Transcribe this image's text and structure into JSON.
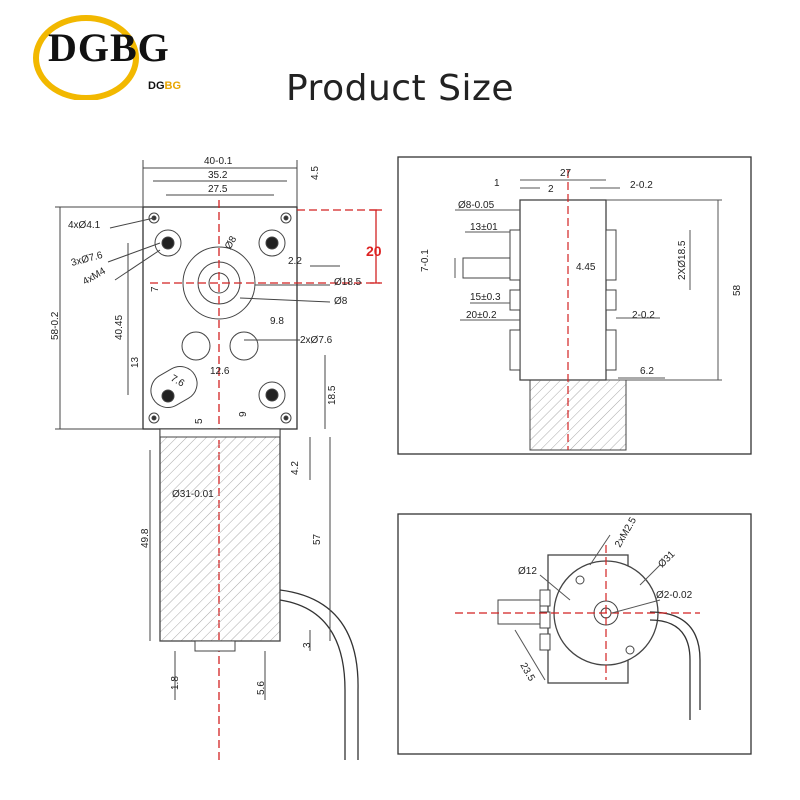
{
  "brand": {
    "logo_text": "DGBG",
    "logo_sub_a": "DG",
    "logo_sub_b": "BG",
    "ring_color": "#f2b800"
  },
  "title": "Product Size",
  "accent_red": "#d22222",
  "front_view": {
    "width_outer": "40-0.1",
    "width_mid": "35.2",
    "width_inner": "27.5",
    "top_offset": "4.5",
    "mount_holes": "4xØ4.1",
    "bosses": "3xØ7.6",
    "threads": "4xM4",
    "shaft_d": "Ø8",
    "bore_d": "Ø18.5",
    "shaft_d2": "Ø8",
    "shaft_offset": "2.2",
    "offset_7": "7",
    "height_total": "58-0.2",
    "height_4045": "40.45",
    "dim_98": "9.8",
    "bosses2": "2xØ7.6",
    "dim_13": "13",
    "dim_76": "7.6",
    "dim_126": "12.6",
    "dim_185": "18.5",
    "dim_9": "9",
    "dim_5": "5",
    "red_dim": "20"
  },
  "motor_view": {
    "diameter": "Ø31-0.01",
    "length": "49.8",
    "length_total": "57",
    "dim_42": "4.2",
    "dim_3": "3",
    "dim_18": "1.8",
    "dim_56": "5.6"
  },
  "side_view": {
    "width": "27",
    "dim_1": "1",
    "dim_2": "2",
    "dim_2_02": "2-0.2",
    "shaft": "Ø8-0.05",
    "dim_13": "13±01",
    "dim_7": "7-0.1",
    "dim_445": "4.45",
    "dim_2x185": "2XØ18.5",
    "dim_58": "58",
    "dim_15": "15±0.3",
    "dim_20": "20±0.2",
    "dim_2_02b": "2-0.2",
    "dim_62": "6.2"
  },
  "end_view": {
    "threads": "2xM2.5",
    "d12": "Ø12",
    "d31": "Ø31",
    "d2": "Ø2-0.02",
    "dim_235": "23.5"
  }
}
